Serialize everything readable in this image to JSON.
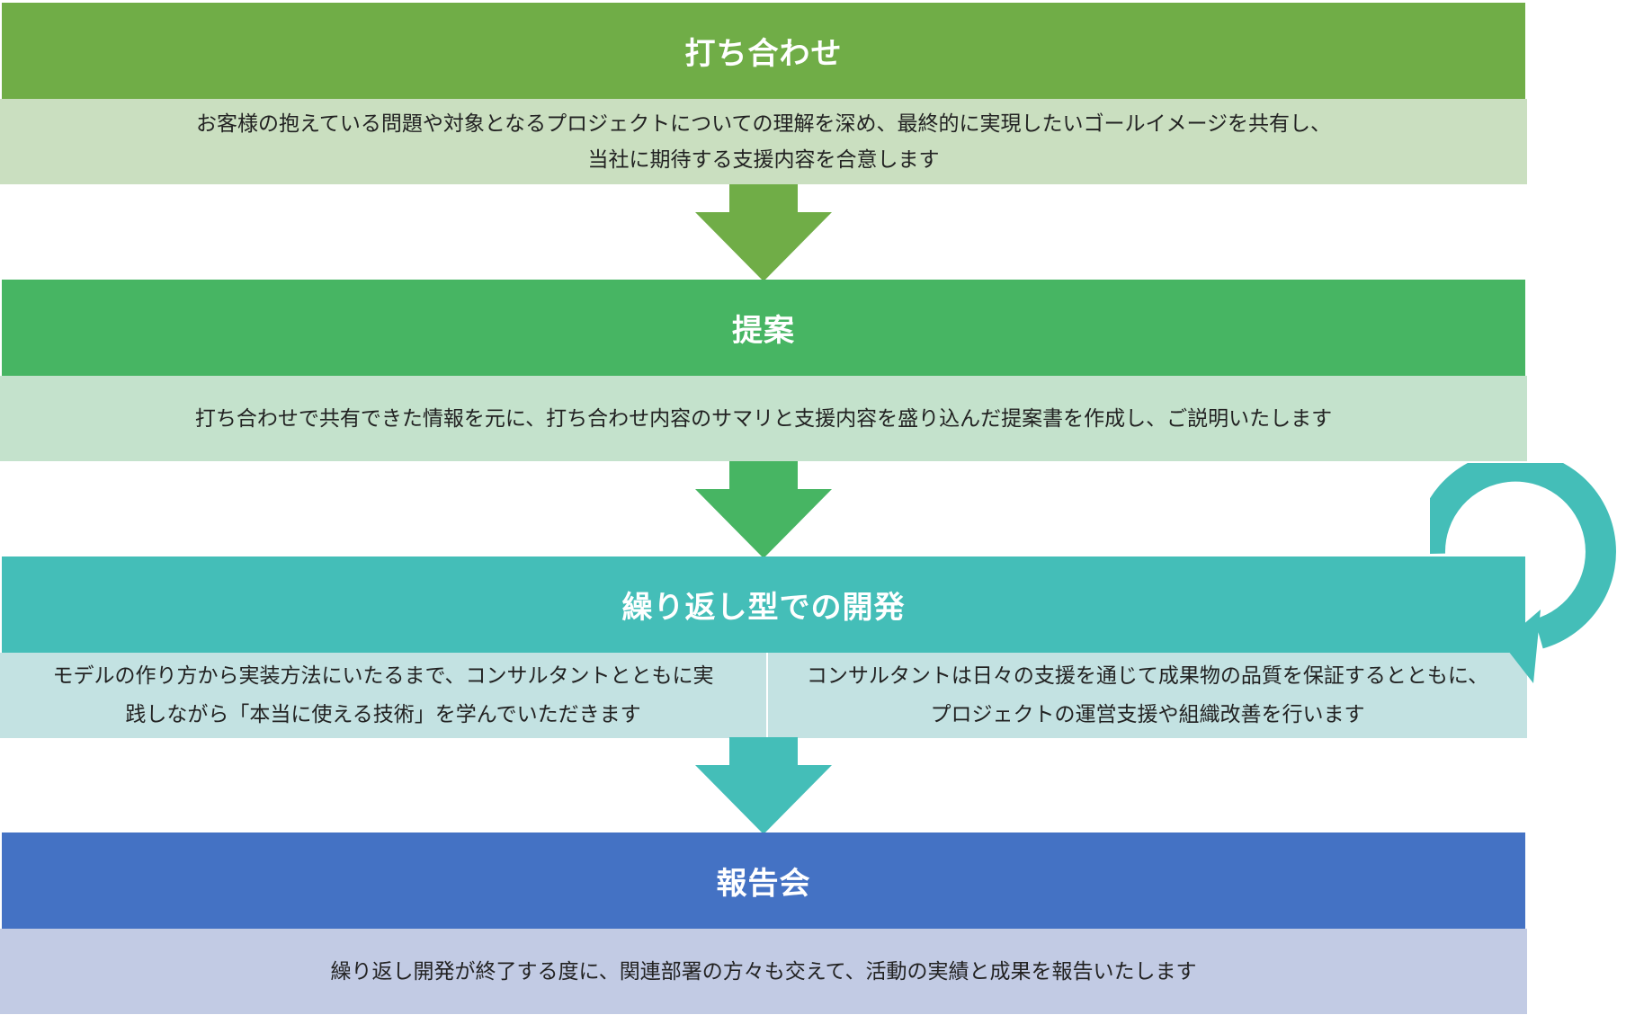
{
  "steps": [
    {
      "title": "打ち合わせ",
      "lines": [
        "お客様の抱えている問題や対象となるプロジェクトについての理解を深め、最終的に実現したいゴールイメージを共有し、",
        "当社に期待する支援内容を合意します"
      ],
      "header_color": "#70AD47",
      "body_color": "#CADFC0"
    },
    {
      "title": "提案",
      "lines": [
        "打ち合わせで共有できた情報を元に、打ち合わせ内容のサマリと支援内容を盛り込んだ提案書を作成し、ご説明いたします"
      ],
      "header_color": "#47B563",
      "body_color": "#C4E2CC"
    },
    {
      "title": "繰り返し型での開発",
      "left_lines": [
        "モデルの作り方から実装方法にいたるまで、コンサルタントとともに実",
        "践しながら「本当に使える技術」を学んでいただきます"
      ],
      "right_lines": [
        "コンサルタントは日々の支援を通じて成果物の品質を保証するとともに、",
        "プロジェクトの運営支援や組織改善を行います"
      ],
      "header_color": "#44BEB8",
      "body_color": "#C3E2E2"
    },
    {
      "title": "報告会",
      "lines": [
        "繰り返し開発が終了する度に、関連部署の方々も交えて、活動の実績と成果を報告いたします"
      ],
      "header_color": "#4472C4",
      "body_color": "#C2CBE4"
    }
  ],
  "arrows": [
    {
      "color": "#70AD47",
      "icon": "down-arrow-icon"
    },
    {
      "color": "#47B563",
      "icon": "down-arrow-icon"
    },
    {
      "color": "#44BEB8",
      "icon": "down-arrow-icon"
    }
  ],
  "cycle": {
    "color": "#44BEB8",
    "icon": "cycle-arrow-icon"
  }
}
